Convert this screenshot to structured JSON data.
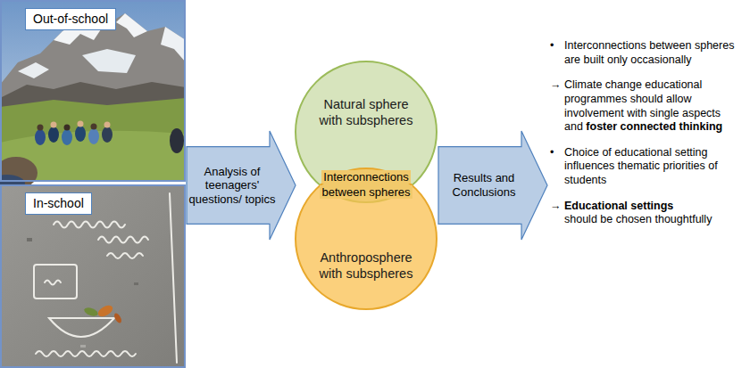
{
  "diagram": {
    "nodes": [
      {
        "text": [
          "Out-of-school"
        ]
      },
      {
        "text": [
          "In-school"
        ]
      },
      {
        "text": [
          "Analysis of teenagers' questions/ topics"
        ]
      },
      {
        "text": [
          "Natural sphere with subspheres"
        ]
      },
      {
        "text": [
          "Interconnections between spheres"
        ]
      },
      {
        "text": [
          "Anthroposphere with subspheres"
        ]
      },
      {
        "text": [
          "Results and Conclusions"
        ]
      }
    ],
    "labels": [
      "•",
      "Interconnections between spheres are built only occasionally",
      "→",
      "Climate change educational programmes should allow involvement with single aspects and",
      "foster connected thinking",
      "•",
      "Choice of educational setting influences thematic priorities of students",
      "→",
      "Educational settings",
      "should be chosen thoughtfully"
    ]
  }
}
